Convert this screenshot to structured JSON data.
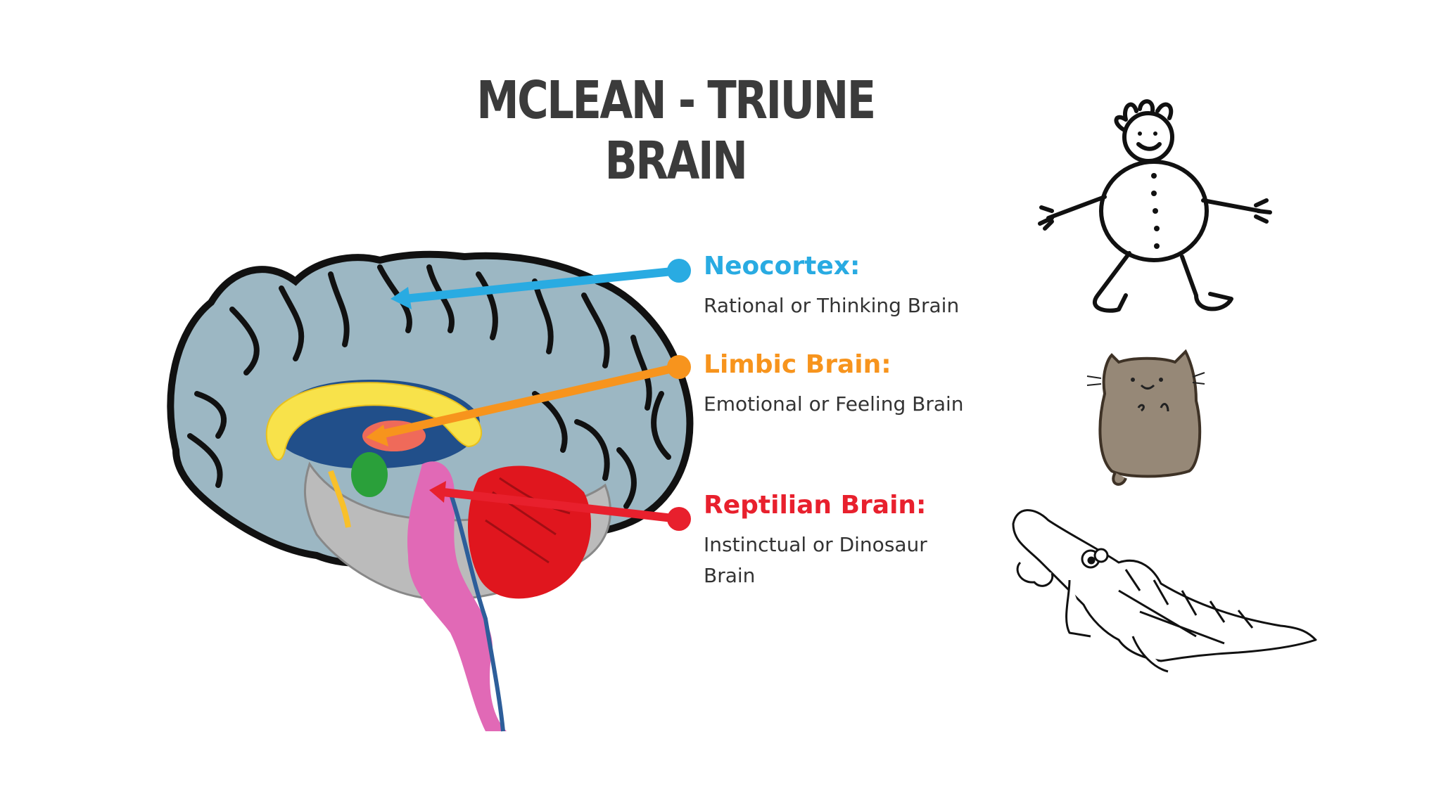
{
  "slide": {
    "title": "MCLEAN - TRIUNE BRAIN"
  },
  "labels": [
    {
      "name": "Neocortex:",
      "description": "Rational or Thinking Brain",
      "color": "#29abe2"
    },
    {
      "name": "Limbic Brain:",
      "description": "Emotional or Feeling Brain",
      "color": "#f7941d"
    },
    {
      "name": "Reptilian Brain:",
      "description": "Instinctual or Dinosaur Brain",
      "color": "#e8202d"
    }
  ],
  "illustrations": [
    {
      "icon": "stick-figure-child-icon"
    },
    {
      "icon": "cat-icon"
    },
    {
      "icon": "crocodile-icon"
    }
  ],
  "colors": {
    "cortex": "#9cb7c3",
    "cerebellum": "#e0161e",
    "brainstem": "#e169b6",
    "limbic": "#f8e24a",
    "amygdala": "#2aa03a"
  }
}
